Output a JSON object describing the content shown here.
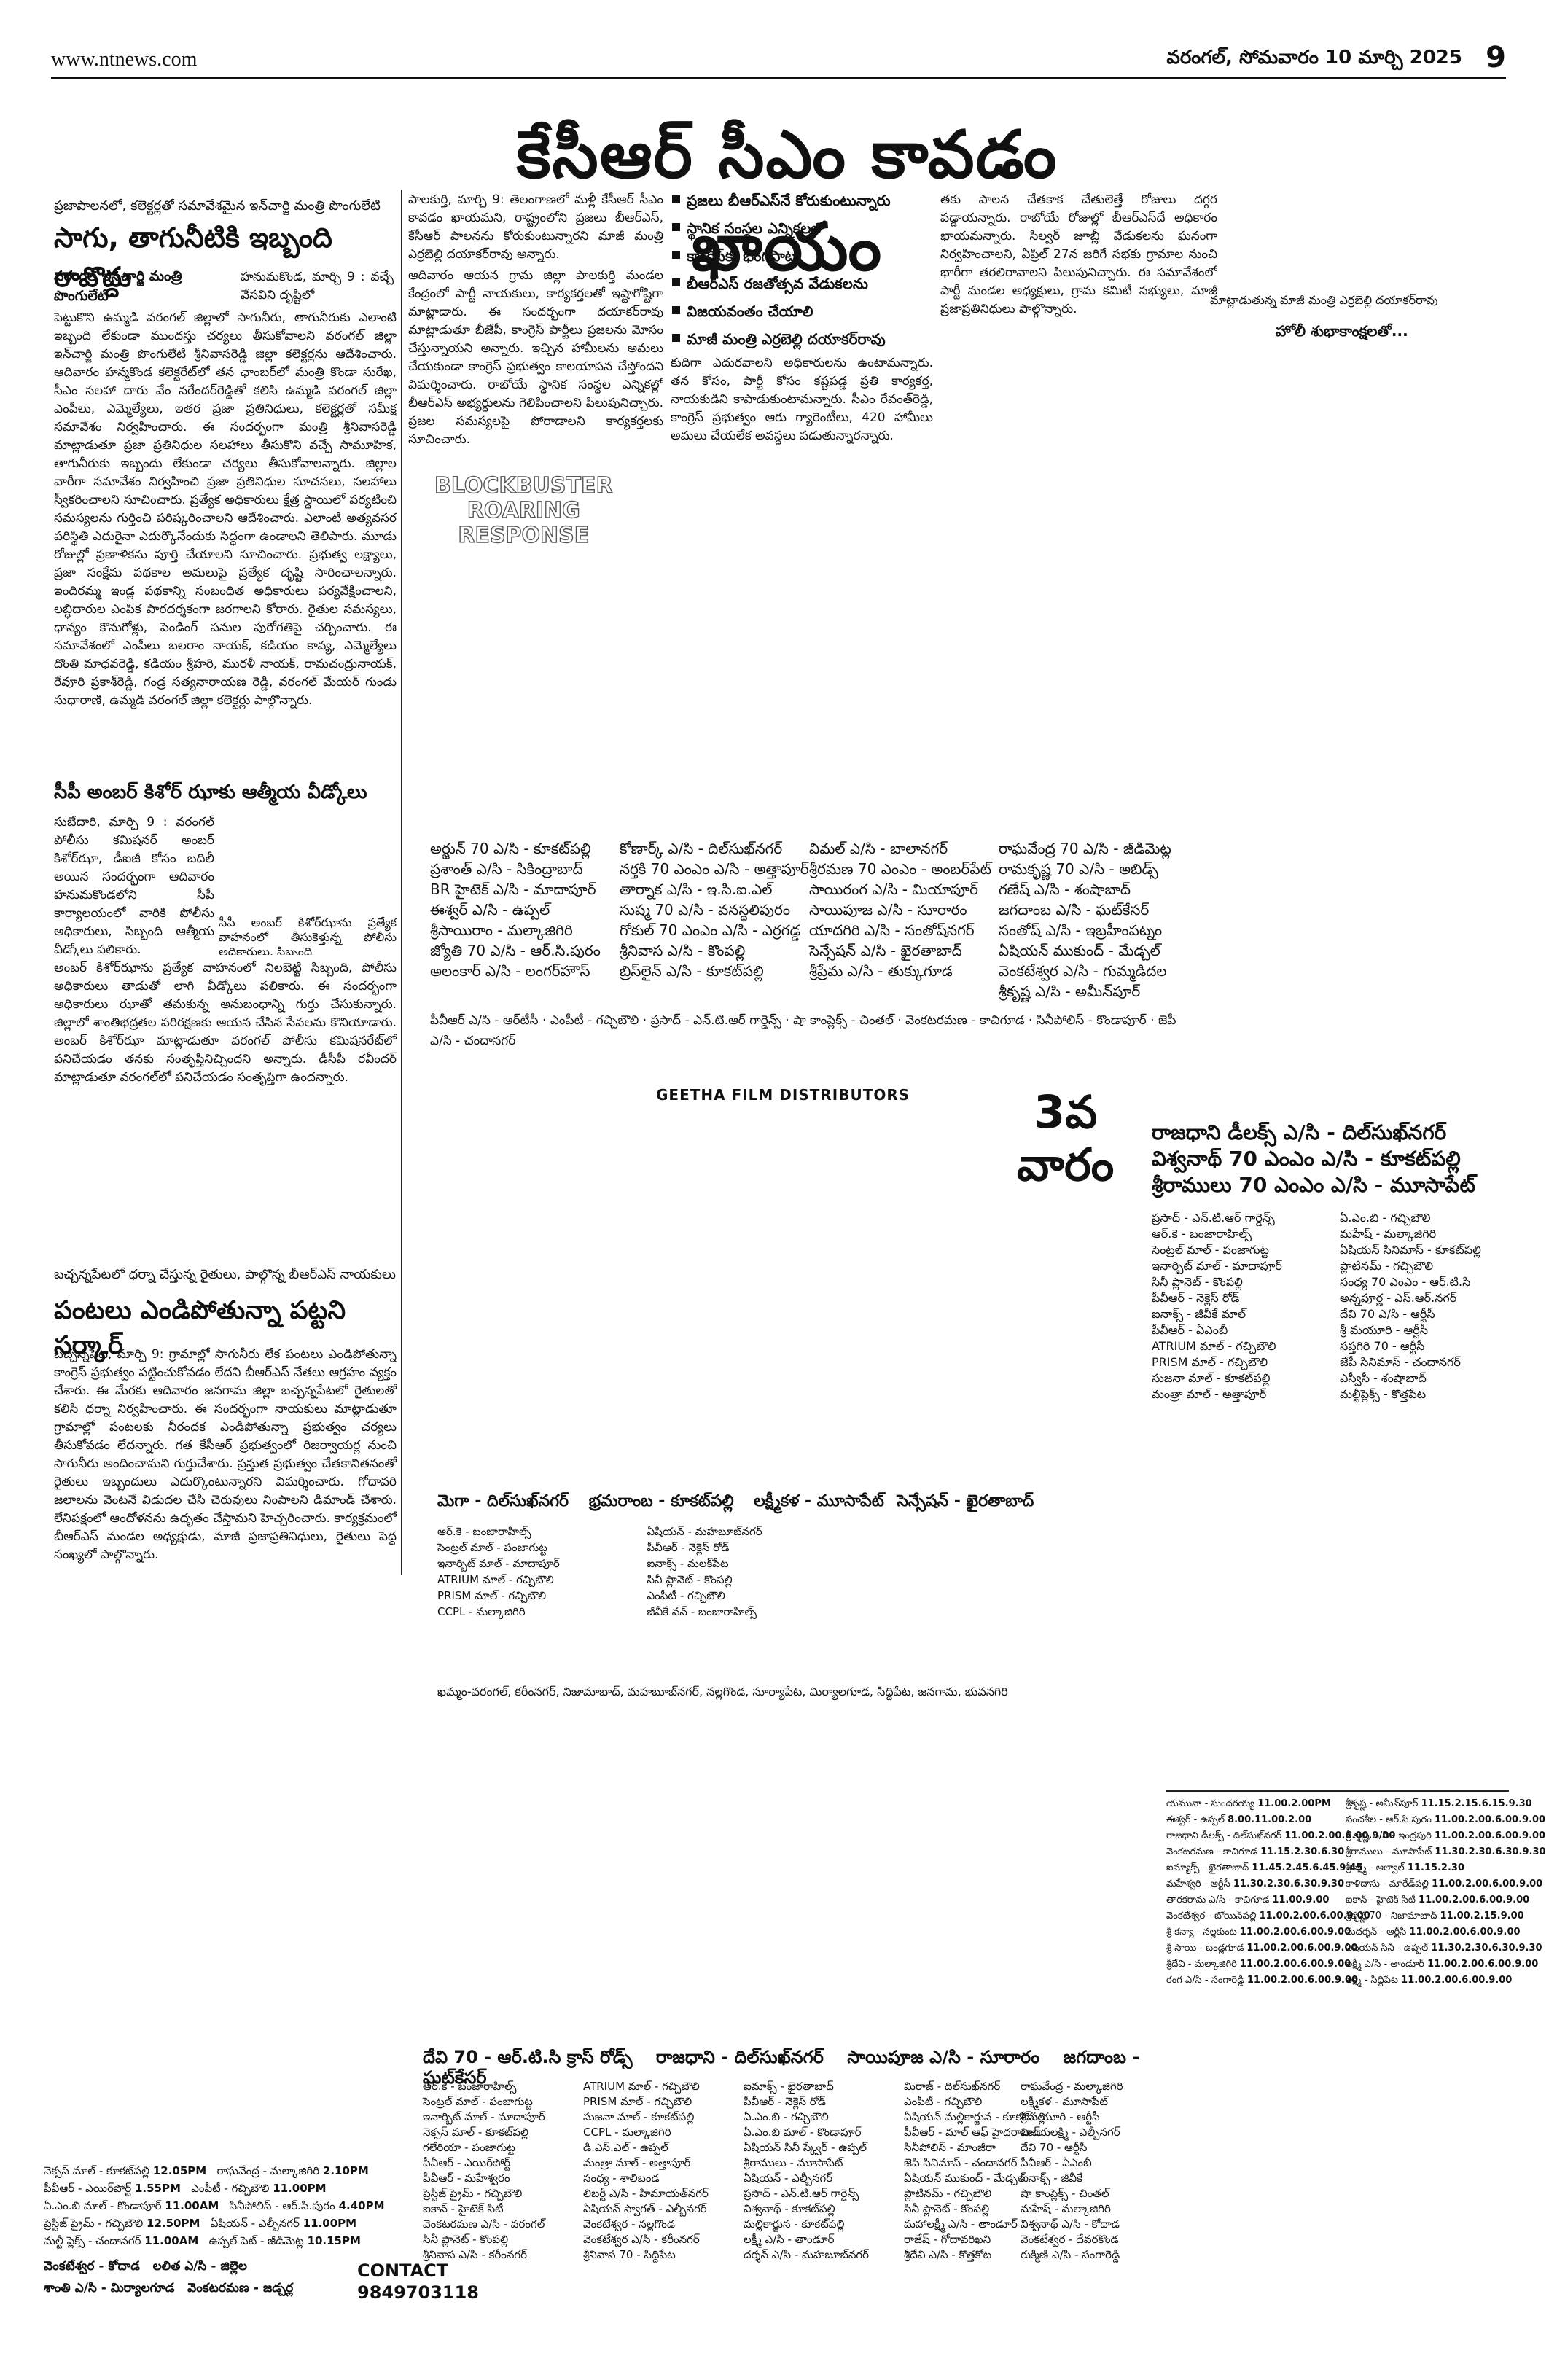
{
  "header": {
    "url": "www.ntnews.com",
    "dateline": "వరంగల్, సోమవారం 10 మార్చి 2025",
    "page_number": "9"
  },
  "banner": "కేసీఆర్ సీఎం కావడం ఖాయం",
  "story_left": {
    "kicker": "ప్రజాపాలనలో, కలెక్టర్లతో సమావేశమైన ఇన్‌చార్జి మంత్రి పొంగులేటి",
    "headline": "సాగు, తాగునీటికి ఇబ్బంది రావొద్దు",
    "byline": "వరంగల్ ఇన్‌చార్జి మంత్రి పొంగులేటి",
    "lead": "హనుమకొండ, మార్చి 9 : వచ్చే వేసవిని దృష్టిలో",
    "body": "పెట్టుకొని ఉమ్మడి వరంగల్ జిల్లాలో సాగునీరు, తాగునీరుకు ఎలాంటి ఇబ్బంది లేకుండా ముందస్తు చర్యలు తీసుకోవాలని వరంగల్ జిల్లా ఇన్‌చార్జి మంత్రి పొంగులేటి శ్రీనివాసరెడ్డి జిల్లా కలెక్టర్లను ఆదేశించారు. ఆదివారం హన్మకొండ కలెక్టరేట్‌లో తన ఛాంబర్‌లో మంత్రి కొండా సురేఖ, సీఎం సలహా దారు వేం నరేందర్‌రెడ్డితో కలిసి ఉమ్మడి వరంగల్ జిల్లా ఎంపీలు, ఎమ్మెల్యేలు, ఇతర ప్రజా ప్రతినిధులు, కలెక్టర్లతో సమీక్ష సమావేశం నిర్వహించారు. ఈ సందర్భంగా మంత్రి శ్రీనివాసరెడ్డి మాట్లాడుతూ ప్రజా ప్రతినిధుల సలహాలు తీసుకొని వచ్చే సామూహిక, తాగునీరుకు ఇబ్బందు లేకుండా చర్యలు తీసుకోవాలన్నారు. జిల్లాల వారీగా సమావేశం నిర్వహించి ప్రజా ప్రతినిధుల సూచనలు, సలహాలు స్వీకరించాలని సూచించారు. ప్రత్యేక అధికారులు క్షేత్ర స్థాయిలో పర్యటించి సమస్యలను గుర్తించి పరిష్కరించాలని ఆదేశించారు. ఎలాంటి అత్యవసర పరిస్థితి ఎదురైనా ఎదుర్కొనేందుకు సిద్ధంగా ఉండాలని తెలిపారు. మూడు రోజుల్లో ప్రణాళికను పూర్తి చేయాలని సూచించారు. ప్రభుత్వ లక్ష్యాలు, ప్రజా సంక్షేమ పథకాల అమలుపై ప్రత్యేక దృష్టి సారించాలన్నారు. ఇందిరమ్మ ఇండ్ల పథకాన్ని సంబంధిత అధికారులు పర్యవేక్షించాలని, లబ్ధిదారుల ఎంపిక పారదర్శకంగా జరగాలని కోరారు. రైతుల సమస్యలు, ధాన్యం కొనుగోళ్లు, పెండింగ్ పనుల పురోగతిపై చర్చించారు. ఈ సమావేశంలో ఎంపీలు బలరాం నాయక్, కడియం కావ్య, ఎమ్మెల్యేలు దొంతి మాధవరెడ్డి, కడియం శ్రీహరి, మురళీ నాయక్, రామచంద్రునాయక్, రేవూరి ప్రకాశ్‌రెడ్డి, గండ్ర సత్యనారాయణ రెడ్డి, వరంగల్ మేయర్ గుండు సుధారాణి, ఉమ్మడి వరంగల్ జిల్లా కలెక్టర్లు పాల్గొన్నారు."
  },
  "story_cp": {
    "headline": "సీపీ అంబర్ కిశోర్ ఝాకు ఆత్మీయ వీడ్కోలు",
    "body_narrow": "సుబేదారి, మార్చి 9 : వరంగల్ పోలీసు కమిషనర్ అంబర్ కిశోర్‌ఝా, డీఐజీ కోసం బదిలీ అయిన సందర్భంగా ఆదివారం హనుమకొండలోని సీపీ కార్యాలయంలో వారికి పోలీసు అధికారులు, సిబ్బంది ఆత్మీయ వీడ్కోలు పలికారు.",
    "caption": "సీపీ అంబర్ కిశోర్‌ఝాను ప్రత్యేక వాహనంలో తీసుకెళ్తున్న పోలీసు అధికారులు, సిబ్బంది",
    "body": "అంబర్ కిశోర్‌ఝాను ప్రత్యేక వాహనంలో నిలబెట్టి సిబ్బంది, పోలీసు అధికారులు తాడుతో లాగి వీడ్కోలు పలికారు. ఈ సందర్భంగా అధికారులు ఝాతో తమకున్న అనుబంధాన్ని గుర్తు చేసుకున్నారు. జిల్లాలో శాంతిభద్రతల పరిరక్షణకు ఆయన చేసిన సేవలను కొనియాడారు. అంబర్ కిశోర్‌ఝా మాట్లాడుతూ వరంగల్ పోలీసు కమిషనరేట్‌లో పనిచేయడం తనకు సంతృప్తినిచ్చిందని అన్నారు. డీసీపీ రవీందర్ మాట్లాడుతూ వరంగల్‌లో పనిచేయడం సంతృప్తిగా ఉందన్నారు."
  },
  "story_center": {
    "lead": "పాలకుర్తి, మార్చి 9: తెలంగాణలో మళ్లీ కేసీఆర్ సీఎం కావడం ఖాయమని, రాష్ట్రంలోని ప్రజలు బీఆర్ఎస్, కేసీఆర్ పాలనను కోరుకుంటున్నారని మాజీ మంత్రి ఎర్రబెల్లి దయాకర్‌రావు అన్నారు.",
    "body": "ఆదివారం ఆయన గ్రామ జిల్లా పాలకుర్తి మండల కేంద్రంలో పార్టీ నాయకులు, కార్యకర్తలతో ఇష్టాగోష్టిగా మాట్లాడారు. ఈ సందర్భంగా దయాకర్‌రావు మాట్లాడుతూ బీజేపీ, కాంగ్రెస్ పార్టీలు ప్రజలను మోసం చేస్తున్నాయని అన్నారు. ఇచ్చిన హామీలను అమలు చేయకుండా కాంగ్రెస్ ప్రభుత్వం కాలయాపన చేస్తోందని విమర్శించారు. రాబోయే స్థానిక సంస్థల ఎన్నికల్లో బీఆర్ఎస్ అభ్యర్థులను గెలిపించాలని పిలుపునిచ్చారు. ప్రజల సమస్యలపై పోరాడాలని కార్యకర్తలకు సూచించారు.",
    "bullets": [
      "ప్రజలు బీఆర్ఎస్‌నే కోరుకుంటున్నారు",
      "స్థానిక సంస్థల ఎన్నికలలో",
      "కాంగ్రెస్‌కు భంగపాటు",
      "బీఆర్ఎస్ రజతోత్సవ వేడుకలను",
      "విజయవంతం చేయాలి",
      "మాజీ మంత్రి ఎర్రబెల్లి దయాకర్‌రావు"
    ],
    "body2": "కుదిగా ఎదురవాలని అధికారులను ఉంటామన్నారు. తన కోసం, పార్టీ కోసం కష్టపడ్డ ప్రతి కార్యకర్త, నాయకుడిని కాపాడుకుంటామన్నారు. సీఎం రేవంత్‌రెడ్డి, కాంగ్రెస్ ప్రభుత్వం ఆరు గ్యారెంటీలు, 420 హామీలు అమలు చేయలేక అవస్థలు పడుతున్నారన్నారు.",
    "body3": "తకు పాలన చేతకాక చేతులెత్తే రోజులు దగ్గర పడ్డాయన్నారు. రాబోయే రోజుల్లో బీఆర్ఎస్‌దే అధికారం ఖాయమన్నారు. సిల్వర్ జూబ్లీ వేడుకలను ఘనంగా నిర్వహించాలని, ఏప్రిల్ 27న జరిగే సభకు గ్రామాల నుంచి భారీగా తరలిరావాలని పిలుపునిచ్చారు. ఈ సమావేశంలో పార్టీ మండల అధ్యక్షులు, గ్రామ కమిటీ సభ్యులు, మాజీ ప్రజాప్రతినిధులు పాల్గొన్నారు."
  },
  "holi": {
    "caption": "మాట్లాడుతున్న మాజీ మంత్రి ఎర్రబెల్లి దయాకర్‌రావు",
    "greeting": "హోలీ శుభాకాంక్షలతో..."
  },
  "blockbuster": [
    "BLOCKBUSTER",
    "ROARING",
    "RESPONSE"
  ],
  "story_bottom": {
    "kicker": "బచ్చన్నపేటలో ధర్నా చేస్తున్న రైతులు, పాల్గొన్న బీఆర్ఎస్ నాయకులు",
    "headline": "పంటలు ఎండిపోతున్నా పట్టని సర్కార్",
    "body": "బచ్చన్నపేట, మార్చి 9: గ్రామాల్లో సాగునీరు లేక పంటలు ఎండిపోతున్నా కాంగ్రెస్ ప్రభుత్వం పట్టించుకోవడం లేదని బీఆర్ఎస్ నేతలు ఆగ్రహం వ్యక్తం చేశారు. ఈ మేరకు ఆదివారం జనగామ జిల్లా బచ్చన్నపేటలో రైతులతో కలిసి ధర్నా నిర్వహించారు. ఈ సందర్భంగా నాయకులు మాట్లాడుతూ గ్రామాల్లో పంటలకు నీరందక ఎండిపోతున్నా ప్రభుత్వం చర్యలు తీసుకోవడం లేదన్నారు. గత కేసీఆర్ ప్రభుత్వంలో రిజర్వాయర్ల నుంచి సాగునీరు అందించామని గుర్తుచేశారు. ప్రస్తుత ప్రభుత్వం చేతకానితనంతో రైతులు ఇబ్బందులు ఎదుర్కొంటున్నారని విమర్శించారు. గోదావరి జలాలను వెంటనే విడుదల చేసి చెరువులు నింపాలని డిమాండ్ చేశారు. లేనిపక్షంలో ఆందోళనను ఉధృతం చేస్తామని హెచ్చరించారు. కార్యక్రమంలో బీఆర్ఎస్ మండల అధ్యక్షుడు, మాజీ ప్రజాప్రతినిధులు, రైతులు పెద్ద సంఖ్యలో పాల్గొన్నారు."
  },
  "ad_main": {
    "col1": [
      "అర్జున్ 70 ఎ/సి - కూకట్‌పల్లి",
      "ప్రశాంత్ ఎ/సి - సికింద్రాబాద్",
      "BR హైటెక్ ఎ/సి - మాదాపూర్",
      "ఈశ్వర్ ఎ/సి - ఉప్పల్",
      "శ్రీసాయిరాం - మల్కాజిగిరి",
      "జ్యోతి 70 ఎ/సి - ఆర్.సి.పురం",
      "అలంకార్ ఎ/సి - లంగర్‌హౌస్"
    ],
    "col2": [
      "కోణార్క్ ఎ/సి - దిల్‌సుఖ్‌నగర్",
      "నర్తకి 70 ఎంఎం ఎ/సి - అత్తాపూర్",
      "తార్నాక ఎ/సి - ఇ.సి.ఐ.ఎల్",
      "సుష్మ 70 ఎ/సి - వనస్థలిపురం",
      "గోకుల్ 70 ఎంఎం ఎ/సి - ఎర్రగడ్డ",
      "శ్రీనివాస ఎ/సి - కొంపల్లి",
      "బ్రిస్‌లైన్ ఎ/సి - కూకట్‌పల్లి"
    ],
    "col3": [
      "విమల్ ఎ/సి - బాలానగర్",
      "శ్రీరమణ 70 ఎంఎం - అంబర్‌పేట్",
      "సాయిరంగ ఎ/సి - మియాపూర్",
      "సాయిపూజ ఎ/సి - సూరారం",
      "యాదగిరి ఎ/సి - సంతోష్‌నగర్",
      "సెన్సేషన్ ఎ/సి - ఖైరతాబాద్",
      "శ్రీప్రేమ ఎ/సి - తుక్కుగూడ"
    ],
    "col4": [
      "రాఘవేంద్ర 70 ఎ/సి - జీడిమెట్ల",
      "రామకృష్ణ 70 ఎ/సి - అబిడ్స్",
      "గణేష్ ఎ/సి - శంషాబాద్",
      "జగదాంబ ఎ/సి - ఘట్‌కేసర్",
      "సంతోష్ ఎ/సి - ఇబ్రహీంపట్నం",
      "ఏషియన్ ముకుంద్ - మేడ్చల్",
      "వెంకటేశ్వర ఎ/సి - గుమ్మడిదల",
      "శ్రీకృష్ణ ఎ/సి - అమీన్‌పూర్"
    ],
    "small": [
      "పీవీఆర్ ఎ/సి - ఆర్‌టీసీ",
      "ఎంపీటీ - గచ్చిబౌలి",
      "ప్రసాద్ - ఎన్.టి.ఆర్ గార్డెన్స్",
      "షా కాంప్లెక్స్ - చింతల్",
      "వెంకటరమణ - కాచిగూడ",
      "సినీపోలిస్ - కొండాపూర్",
      "జెపీ ఎ/సి - చందానగర్"
    ],
    "distributor": "GEETHA FILM DISTRIBUTORS"
  },
  "ad_right": {
    "head": [
      "రాజధాని డీలక్స్ ఎ/సి - దిల్‌సుఖ్‌నగర్",
      "విశ్వనాథ్ 70 ఎంఎం ఎ/సి - కూకట్‌పల్లి",
      "శ్రీరాములు 70 ఎంఎం ఎ/సి - మూసాపేట్"
    ],
    "list_a": [
      "ప్రసాద్ - ఎన్.టి.ఆర్ గార్డెన్స్",
      "ఆర్.కె - బంజారాహిల్స్",
      "సెంట్రల్ మాల్ - పంజాగుట్ట",
      "ఇనార్బిట్ మాల్ - మాదాపూర్",
      "సినీ ప్లానెట్ - కొంపల్లి",
      "పీవీఆర్ - నెక్లెస్ రోడ్",
      "ఐనాక్స్ - జీవీకే మాల్",
      "పీవీఆర్ - ఏఎంబీ",
      "ATRIUM మాల్ - గచ్చిబౌలి",
      "PRISM మాల్ - గచ్చిబౌలి",
      "సుజనా మాల్ - కూకట్‌పల్లి",
      "మంత్రా మాల్ - అత్తాపూర్"
    ],
    "list_b": [
      "ఏ.ఎం.బి - గచ్చిబౌలి",
      "మహేష్ - మల్కాజిగిరి",
      "ఏషియన్ సినిమాస్ - కూకట్‌పల్లి",
      "ప్లాటినమ్ - గచ్చిబౌలి",
      "సంధ్య 70 ఎంఎం - ఆర్.టి.సి",
      "అన్నపూర్ణ - ఎస్.ఆర్.నగర్",
      "దేవి 70 ఎ/సి - ఆర్టీసీ",
      "శ్రీ మయూరి - ఆర్టీసీ",
      "సప్తగిరి 70 - ఆర్టీసీ",
      "జేపీ సినిమాస్ - చందానగర్",
      "ఎస్వీసీ - శంషాబాద్",
      "మల్టీప్లెక్స్ - కొత్తపేట"
    ],
    "week": [
      "3వ",
      "వారం"
    ]
  },
  "ad_mid": {
    "titles": [
      "మెగా - దిల్‌సుఖ్‌నగర్",
      "భ్రమరాంబ - కూకట్‌పల్లి",
      "లక్ష్మీకళ - మూసాపేట్",
      "సెన్సేషన్ - ఖైరతాబాద్"
    ],
    "list": [
      "ఆర్.కె - బంజారాహిల్స్",
      "సెంట్రల్ మాల్ - పంజాగుట్ట",
      "ఇనార్బిట్ మాల్ - మాదాపూర్",
      "ATRIUM మాల్ - గచ్చిబౌలి",
      "PRISM మాల్ - గచ్చిబౌలి",
      "CCPL - మల్కాజిగిరి",
      "ఏషియన్ - మహబూబ్‌నగర్",
      "పీవీఆర్ - నెక్లెస్ రోడ్",
      "ఐనాక్స్ - మలక్‌పేట",
      "సినీ ప్లానెట్ - కొంపల్లి",
      "ఎంపీటీ - గచ్చిబౌలి",
      "జీవీకే వన్ - బంజారాహిల్స్"
    ],
    "footer": "ఖమ్మం-వరంగల్, కరీంనగర్, నిజామాబాద్, మహబూబ్‌నగర్, నల్లగొండ, సూర్యాపేట, మిర్యాలగూడ, సిద్దిపేట, జనగామ, భువనగిరి"
  },
  "ad_bottom": {
    "titles": [
      "దేవి 70 - ఆర్.టి.సి క్రాస్ రోడ్స్",
      "రాజధాని - దిల్‌సుఖ్‌నగర్",
      "సాయిపూజ ఎ/సి - సూరారం",
      "జగదాంబ - ఘట్‌కేసర్"
    ],
    "col1": [
      "ఆర్.కె - బంజారాహిల్స్",
      "సెంట్రల్ మాల్ - పంజాగుట్ట",
      "ఇనార్బిట్ మాల్ - మాదాపూర్",
      "నెక్సస్ మాల్ - కూకట్‌పల్లి",
      "గలేరియా - పంజాగుట్ట",
      "పీవీఆర్ - ఎయిర్‌పోర్ట్",
      "పీవీఆర్ - మహేశ్వరం",
      "ప్రెస్టిజ్ ప్రైమ్ - గచ్చిబౌలి",
      "ఐకాన్ - హైటెక్ సిటీ",
      "వెంకటరమణ ఎ/సి - వరంగల్",
      "సినీ ప్లానెట్ - కొంపల్లి",
      "శ్రీనివాస ఎ/సి - కరీంనగర్"
    ],
    "col2": [
      "ATRIUM మాల్ - గచ్చిబౌలి",
      "PRISM మాల్ - గచ్చిబౌలి",
      "సుజనా మాల్ - కూకట్‌పల్లి",
      "CCPL - మల్కాజిగిరి",
      "డి.ఎస్.ఎల్ - ఉప్పల్",
      "మంత్రా మాల్ - అత్తాపూర్",
      "సంధ్య - శాలిబండ",
      "లిబర్టీ ఎ/సి - హిమాయత్‌నగర్",
      "ఏషియన్ స్వాగత్ - ఎల్బీనగర్",
      "వెంకటేశ్వర - నల్లగొండ",
      "వెంకటేశ్వర ఎ/సి - కరీంనగర్",
      "శ్రీనివాస 70 - సిద్దిపేట"
    ],
    "col3": [
      "ఐమాక్స్ - ఖైరతాబాద్",
      "పీవీఆర్ - నెక్లెస్ రోడ్",
      "ఏ.ఎం.బి - గచ్చిబౌలి",
      "ఏ.ఎం.బి మాల్ - కొండాపూర్",
      "ఏషియన్ సినీ స్క్వేర్ - ఉప్పల్",
      "శ్రీరాములు - మూసాపేట్",
      "ఏషియన్ - ఎల్బీనగర్",
      "ప్రసాద్ - ఎన్.టి.ఆర్ గార్డెన్స్",
      "విశ్వనాథ్ - కూకట్‌పల్లి",
      "మల్లికార్జున - కూకట్‌పల్లి",
      "లక్ష్మీ ఎ/సి - తాండూర్",
      "దర్శన్ ఎ/సి - మహబూబ్‌నగర్"
    ],
    "col4": [
      "మిరాజ్ - దిల్‌సుఖ్‌నగర్",
      "ఎంపీటీ - గచ్చిబౌలి",
      "ఏషియన్ మల్లికార్జున - కూకట్‌పల్లి",
      "పీవీఆర్ - మాల్ ఆఫ్ హైదరాబాద్",
      "సినీపోలిస్ - మాంజీరా",
      "జెపి సినిమాస్ - చందానగర్",
      "ఏషియన్ ముకుంద్ - మేడ్చల్",
      "ప్లాటినమ్ - గచ్చిబౌలి",
      "సినీ ప్లానెట్ - కొంపల్లి",
      "మహాలక్ష్మీ ఎ/సి - తాండూర్",
      "రాజేష్ - గోదావరిఖని",
      "శ్రీదేవి ఎ/సి - కొత్తకోట"
    ],
    "col5": [
      "రాఘవేంద్ర - మల్కాజిగిరి",
      "లక్ష్మీకళ - మూసాపేట్",
      "శ్రీమయూరి - ఆర్టీసీ",
      "విజయలక్ష్మి - ఎల్బీనగర్",
      "దేవి 70 - ఆర్టీసీ",
      "పీవీఆర్ - ఏఎంబీ",
      "ఐనాక్స్ - జీవీకే",
      "షా కాంప్లెక్స్ - చింతల్",
      "మహేష్ - మల్కాజిగిరి",
      "విశ్వనాథ్ ఎ/సి - కోదాడ",
      "వెంకటేశ్వర - దేవరకొండ",
      "రుక్మిణి ఎ/సి - సంగారెడ్డి"
    ]
  },
  "ad_corner": {
    "rows": [
      [
        "నెక్సస్ మాల్ - కూకట్‌పల్లి",
        "12.05PM",
        "రాఘవేంద్ర - మల్కాజిగిరి",
        "2.10PM"
      ],
      [
        "పీవీఆర్ - ఎయిర్‌పోర్ట్",
        "1.55PM",
        "ఎంపీటీ - గచ్చిబౌలి",
        "11.00PM"
      ],
      [
        "ఏ.ఎం.బి మాల్ - కొండాపూర్",
        "11.00AM",
        "సినీపోలిస్ - ఆర్.సి.పురం",
        "4.40PM"
      ],
      [
        "ప్రెస్టిజ్ ప్రైమ్ - గచ్చిబౌలి",
        "12.50PM",
        "ఏషియన్ - ఎల్బీనగర్",
        "11.00PM"
      ],
      [
        "మల్టీ ప్లెక్స్ - చందానగర్",
        "11.00AM",
        "ఉప్పల్‌ పెట్ - జీడిమెట్ల",
        "10.15PM"
      ]
    ],
    "bottom": [
      "వెంకటేశ్వర - కోదాడ",
      "లలిత ఎ/సి - జిల్లెల",
      "శాంతి ఎ/సి - మిర్యాలగూడ",
      "వెంకటరమణ - జడ్చర్ల"
    ],
    "contact_label": "CONTACT",
    "contact_number": "9849703118"
  },
  "showtimes": {
    "col1": [
      [
        "యమునా - సుందరయ్య",
        "11.00.2.00PM"
      ],
      [
        "ఈశ్వర్ - ఉప్పల్",
        "8.00.11.00.2.00"
      ],
      [
        "రాజధాని డీలక్స్ - దిల్‌సుఖ్‌నగర్",
        "11.00.2.00.6.00.9.00"
      ],
      [
        "వెంకటరమణ - కాచిగూడ",
        "11.15.2.30.6.30"
      ],
      [
        "ఐమ్యాక్స్ - ఖైరతాబాద్",
        "11.45.2.45.6.45.9.45"
      ],
      [
        "మహేశ్వరి - ఆర్టీసీ",
        "11.30.2.30.6.30.9.30"
      ],
      [
        "తారకరామ ఎ/సి - కాచిగూడ",
        "11.00.9.00"
      ],
      [
        "వెంకటేశ్వర - బోయిన్‌పల్లి",
        "11.00.2.00.6.00.9.00"
      ],
      [
        "శ్రీ కన్యా - నల్లకుంట",
        "11.00.2.00.6.00.9.00"
      ],
      [
        "శ్రీ సాయి - బండ్లగూడ",
        "11.00.2.00.6.00.9.00"
      ],
      [
        "శ్రీదేవి - మల్కాజిగిరి",
        "11.00.2.00.6.00.9.00"
      ],
      [
        "రంగ ఎ/సి - సంగారెడ్డి",
        "11.00.2.00.6.00.9.00"
      ]
    ],
    "col2": [
      [
        "శ్రీకృష్ణ - అమీన్‌పూర్",
        "11.15.2.15.6.15.9.30"
      ],
      [
        "పంచశీల - ఆర్.సి.పురం",
        "11.00.2.00.6.00.9.00"
      ],
      [
        "శ్రీ కృష్ణ ఎ/సి - ఇంద్రపురి",
        "11.00.2.00.6.00.9.00"
      ],
      [
        "శ్రీరాములు - మూసాపేట్",
        "11.30.2.30.6.30.9.30"
      ],
      [
        "శ్రీలక్ష్మి - ఆల్వాల్",
        "11.15.2.30"
      ],
      [
        "కాళిదాసు - మారేడ్‌పల్లి",
        "11.00.2.00.6.00.9.00"
      ],
      [
        "ఐకాన్ - హైటెక్ సిటీ",
        "11.00.2.00.6.00.9.00"
      ],
      [
        "శ్రీకృష్ణ 70 - నిజామాబాద్",
        "11.00.2.15.9.00"
      ],
      [
        "సుదర్శన్ - ఆర్టీసీ",
        "11.00.2.00.6.00.9.00"
      ],
      [
        "ఏషియన్ సినీ - ఉప్పల్",
        "11.30.2.30.6.30.9.30"
      ],
      [
        "లక్ష్మీ ఎ/సి - తాండూర్",
        "11.00.2.00.6.00.9.00"
      ],
      [
        "లక్ష్మి - సిద్దిపేట",
        "11.00.2.00.6.00.9.00"
      ]
    ]
  }
}
